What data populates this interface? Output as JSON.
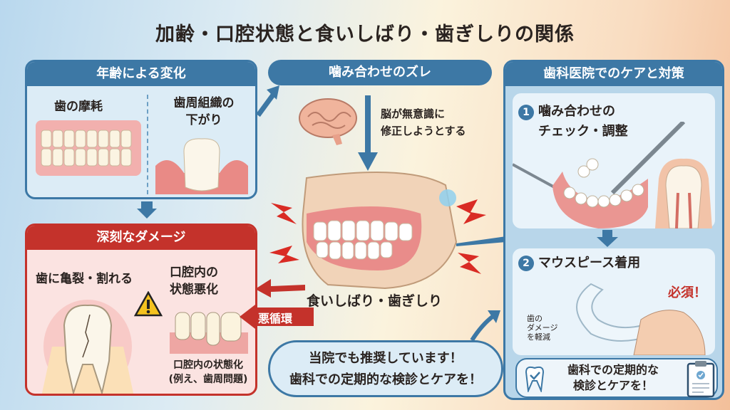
{
  "title": "加齢・口腔状態と食いしばり・歯ぎしりの関係",
  "aging": {
    "header": "年齢による変化",
    "wear": "歯の摩耗",
    "gum_line1": "歯周組織の",
    "gum_line2": "下がり"
  },
  "damage": {
    "header": "深刻なダメージ",
    "crack": "歯に亀裂・割れる",
    "oral_line1": "口腔内の",
    "oral_line2": "状態悪化",
    "note_line1": "口腔内の状態化",
    "note_line2": "(例え、歯周問題)"
  },
  "misalign": {
    "header": "噛み合わせのズレ",
    "brain_line1": "脳が無意識に",
    "brain_line2": "修正しようとする",
    "bruxism": "食いしばり・歯ぎしり",
    "cycle": "悪循環"
  },
  "recommend": {
    "line1": "当院でも推奨しています！",
    "line2": "歯科での定期的な検診とケアを！"
  },
  "care": {
    "header": "歯科医院でのケアと対策",
    "step1": {
      "num": "1",
      "line1": "噛み合わせの",
      "line2": "チェック・調整"
    },
    "step2": {
      "num": "2",
      "label": "マウスピース着用",
      "must": "必須！",
      "note_line1": "歯の",
      "note_line2": "ダメージ",
      "note_line3": "を軽減"
    },
    "footer_line1": "歯科での定期的な",
    "footer_line2": "検診とケアを！"
  },
  "colors": {
    "blue": "#3d78a5",
    "red": "#c4322b"
  }
}
